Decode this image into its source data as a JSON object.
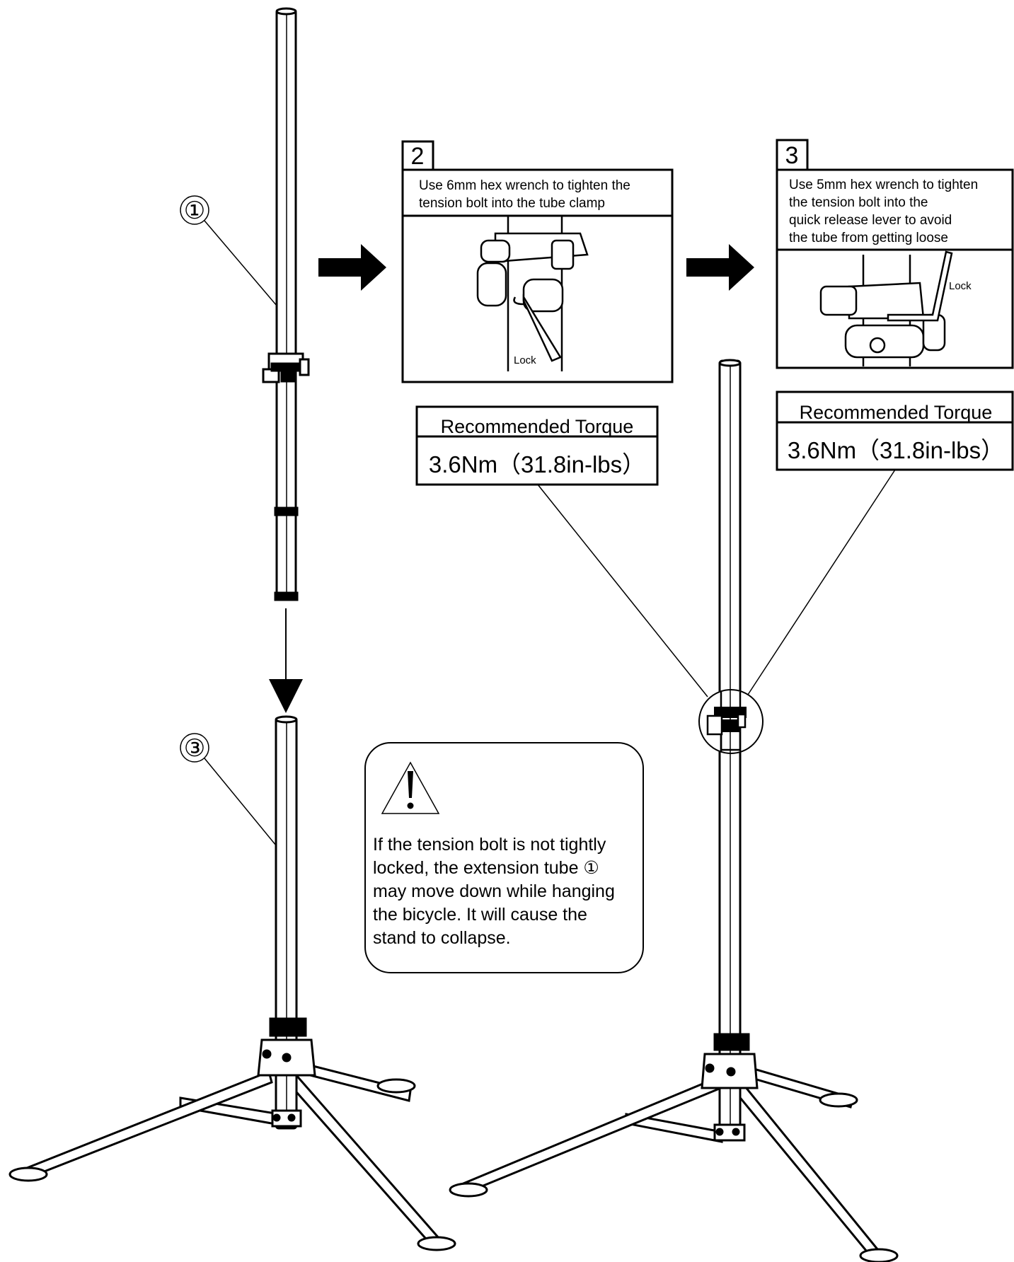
{
  "callouts": {
    "part_1": "①",
    "part_3": "③"
  },
  "step2": {
    "number": "2",
    "instruction_line1": "Use 6mm hex wrench to tighten the",
    "instruction_line2": "tension bolt into the tube clamp",
    "detail_label": "Lock",
    "torque_title": "Recommended Torque",
    "torque_value": "3.6Nm（31.8in-lbs）"
  },
  "step3": {
    "number": "3",
    "instruction_line1": "Use 5mm hex wrench to tighten",
    "instruction_line2": "the tension bolt into the",
    "instruction_line3": "quick release lever to avoid",
    "instruction_line4": "the tube from getting loose",
    "detail_label": "Lock",
    "torque_title": "Recommended Torque",
    "torque_value": "3.6Nm（31.8in-lbs）"
  },
  "warning": {
    "icon": "warning-triangle-icon",
    "text": "If the tension bolt is not tightly\nlocked, the extension tube ①\nmay move down while hanging\nthe bicycle. It will cause the\nstand to collapse."
  }
}
